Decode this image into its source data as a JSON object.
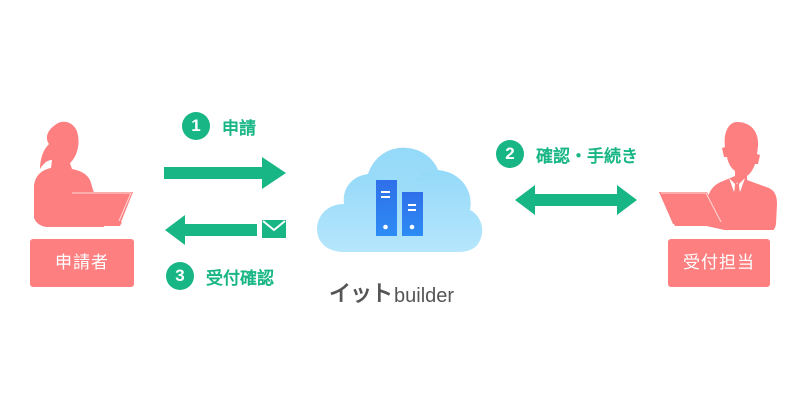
{
  "colors": {
    "accent_green": "#17b684",
    "role_pink": "#fd7f80",
    "cloud_light": "#a9e0fb",
    "cloud_mid": "#84d2f7",
    "server_blue": "#2a79f0",
    "logo_gray": "#555555"
  },
  "actors": {
    "applicant": {
      "label": "申請者",
      "icon": "woman-with-laptop-icon"
    },
    "receptionist": {
      "label": "受付担当",
      "icon": "businessman-with-laptop-icon"
    }
  },
  "steps": [
    {
      "number": "1",
      "label": "申請",
      "direction": "applicant-to-system"
    },
    {
      "number": "2",
      "label": "確認・手続き",
      "direction": "bidirectional"
    },
    {
      "number": "3",
      "label": "受付確認",
      "direction": "system-to-applicant",
      "icon": "mail-icon"
    }
  ],
  "system": {
    "icon": "cloud-server-icon",
    "logo_jp": "イット",
    "logo_en": "builder"
  }
}
